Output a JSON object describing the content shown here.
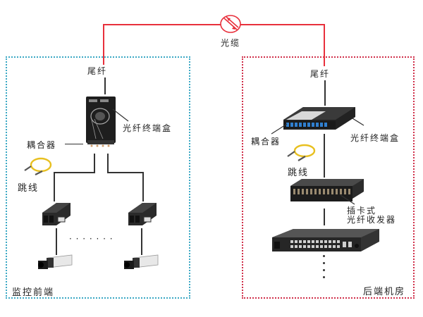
{
  "title": "光纤监控网络连接示意图",
  "colors": {
    "cable": "#e8303c",
    "front_border": "#3ba8c4",
    "back_border": "#d0304a",
    "connector_line": "#333333"
  },
  "cable": {
    "label": "光缆",
    "icon": "fiber-cable-break-icon"
  },
  "front_zone": {
    "label": "监控前端",
    "pigtail_label": "尾纤",
    "terminal_box_label": "光纤终端盒",
    "coupler_label": "耦合器",
    "patch_cord_label": "跳线",
    "ellipsis": "· · · · · · ·",
    "devices": [
      {
        "type": "media-converter",
        "icon": "media-converter-icon"
      },
      {
        "type": "media-converter",
        "icon": "media-converter-icon"
      },
      {
        "type": "camera",
        "icon": "camera-icon"
      },
      {
        "type": "camera",
        "icon": "camera-icon"
      }
    ]
  },
  "back_zone": {
    "label": "后端机房",
    "pigtail_label": "尾纤",
    "terminal_box_label": "光纤终端盒",
    "coupler_label": "耦合器",
    "patch_cord_label": "跳线",
    "rack_transceiver_label_line1": "插卡式",
    "rack_transceiver_label_line2": "光纤收发器",
    "devices": [
      {
        "type": "rack-terminal-box",
        "icon": "rack-fiber-box-icon"
      },
      {
        "type": "chassis",
        "icon": "transceiver-chassis-icon"
      },
      {
        "type": "switch",
        "icon": "network-switch-icon"
      }
    ]
  }
}
